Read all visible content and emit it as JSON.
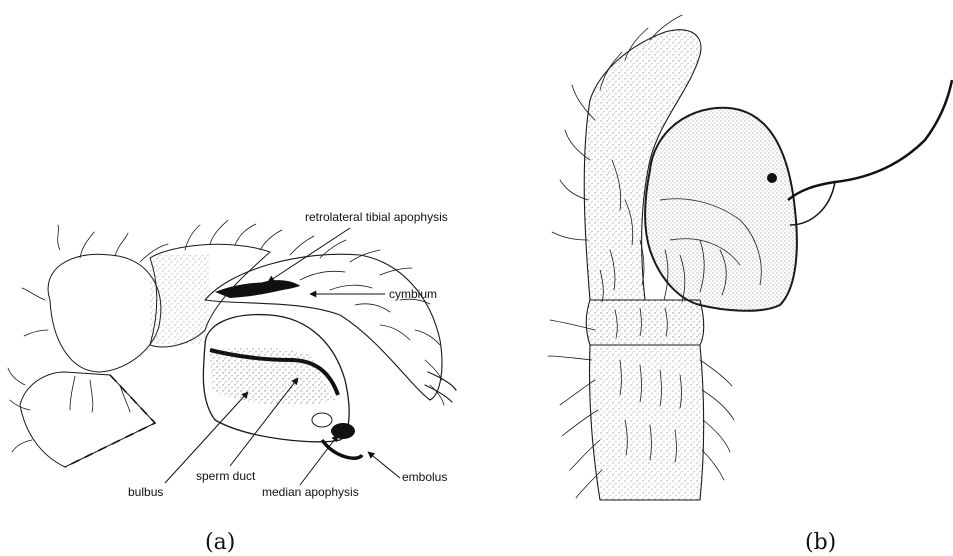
{
  "panel_a": {
    "caption": "(a)",
    "labels": {
      "retrolateral": "retrolateral tibial apophysis",
      "cymbium": "cymbium",
      "bulbus": "bulbus",
      "sperm_duct": "sperm duct",
      "median_apophysis": "median apophysis",
      "embolus": "embolus"
    }
  },
  "panel_b": {
    "caption": "(b)"
  }
}
